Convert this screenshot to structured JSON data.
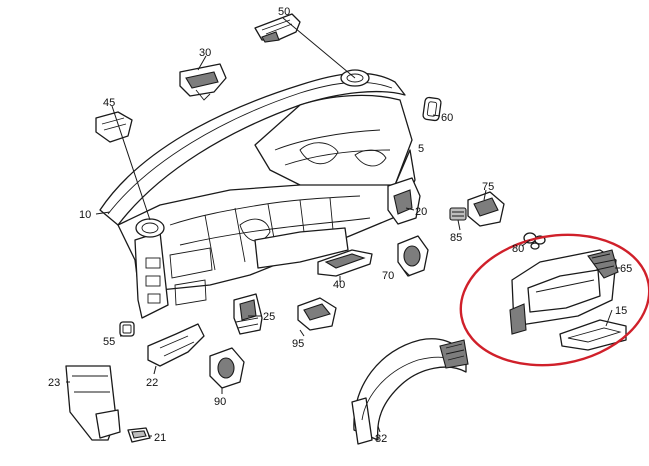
{
  "diagram": {
    "callouts": [
      "50",
      "30",
      "45",
      "60",
      "5",
      "10",
      "75",
      "20",
      "85",
      "80",
      "65",
      "15",
      "40",
      "70",
      "25",
      "55",
      "95",
      "22",
      "23",
      "90",
      "21",
      "82"
    ],
    "highlight_color": "#d0202a",
    "line_color": "#1a1a1a",
    "part_fill": "#ffffff",
    "shade_fill": "#7d7d7d"
  }
}
